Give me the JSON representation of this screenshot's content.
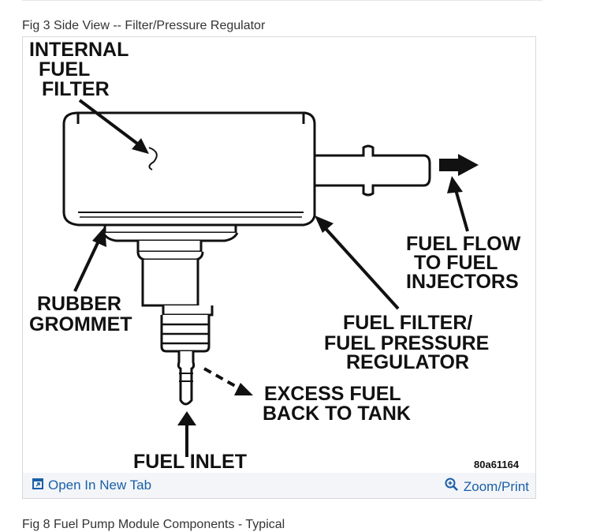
{
  "caption": "Fig 3 Side View -- Filter/Pressure Regulator",
  "caption_next": "Fig 8 Fuel Pump Module Components - Typical",
  "diagram": {
    "labels": {
      "internal_filter": [
        "INTERNAL",
        "FUEL",
        "FILTER"
      ],
      "rubber_grommet": [
        "RUBBER",
        "GROMMET"
      ],
      "fuel_flow": [
        "FUEL FLOW",
        "TO FUEL",
        "INJECTORS"
      ],
      "filter_regulator": [
        "FUEL FILTER/",
        "FUEL PRESSURE",
        "REGULATOR"
      ],
      "excess_fuel": [
        "EXCESS FUEL",
        "BACK TO TANK"
      ],
      "fuel_inlet": "FUEL INLET"
    },
    "part_number": "80a61164"
  },
  "footer": {
    "open_new_tab": "Open In New Tab",
    "open_icon": "open-new-tab-icon",
    "zoom_print": "Zoom/Print",
    "zoom_icon": "zoom-icon",
    "link_color": "#1a5fa8"
  }
}
